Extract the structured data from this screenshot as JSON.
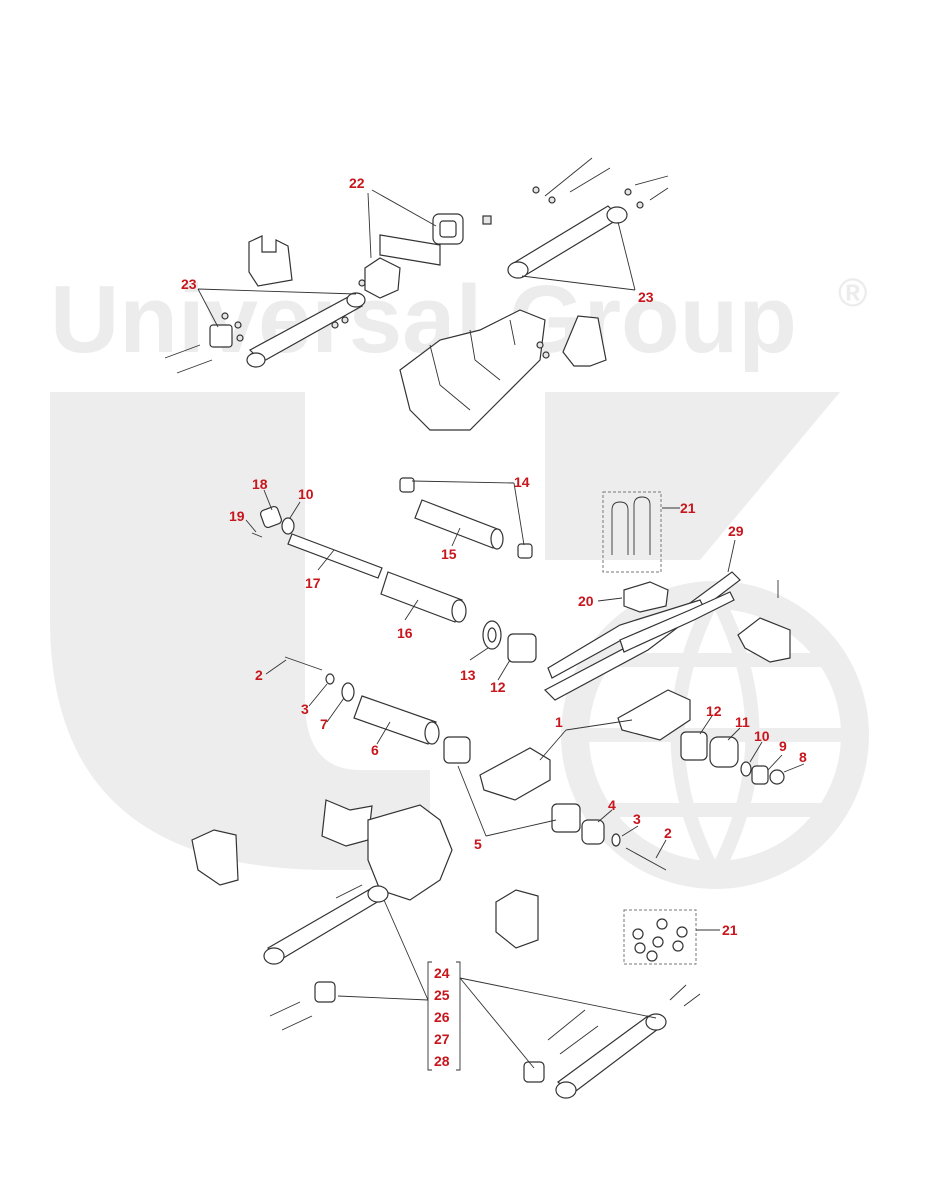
{
  "watermark": {
    "text": "Universal Group",
    "registered": "®",
    "color": "#ececec"
  },
  "colors": {
    "callout": "#c8161d",
    "line": "#333333",
    "watermark": "#ededed"
  },
  "callouts": {
    "c1": "1",
    "c2a": "2",
    "c2b": "2",
    "c3a": "3",
    "c3b": "3",
    "c4": "4",
    "c5": "5",
    "c6": "6",
    "c7": "7",
    "c8": "8",
    "c9": "9",
    "c10a": "10",
    "c10b": "10",
    "c11": "11",
    "c12a": "12",
    "c12b": "12",
    "c13": "13",
    "c14": "14",
    "c15": "15",
    "c16": "16",
    "c17": "17",
    "c18": "18",
    "c19": "19",
    "c20": "20",
    "c21a": "21",
    "c21b": "21",
    "c22": "22",
    "c23a": "23",
    "c23b": "23",
    "c24": "24",
    "c25": "25",
    "c26": "26",
    "c27": "27",
    "c28": "28",
    "c29": "29"
  }
}
